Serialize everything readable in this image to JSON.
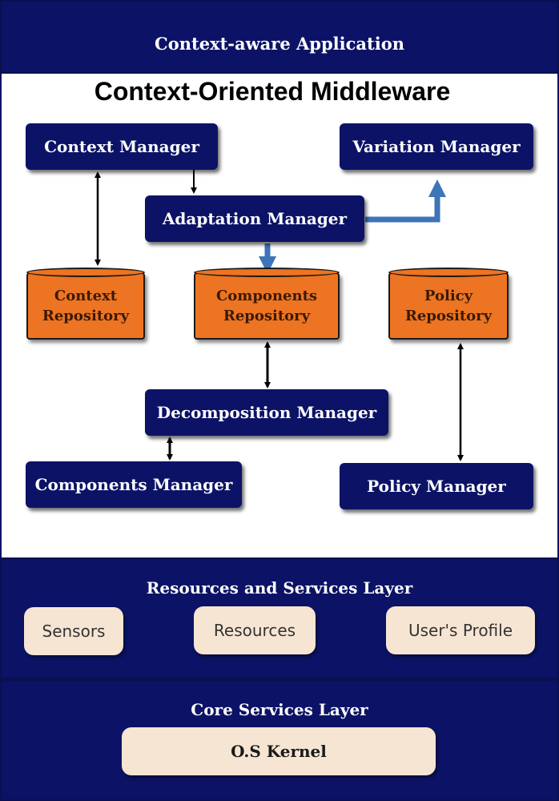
{
  "application_layer": {
    "title": "Context-aware Application"
  },
  "middleware": {
    "title": "Context-Oriented Middleware",
    "managers": {
      "context": "Context Manager",
      "variation": "Variation Manager",
      "adaptation": "Adaptation Manager",
      "decomposition": "Decomposition Manager",
      "components": "Components Manager",
      "policy": "Policy Manager"
    },
    "repositories": {
      "context": [
        "Context",
        "Repository"
      ],
      "components": [
        "Components",
        "Repository"
      ],
      "policy": [
        "Policy",
        "Repository"
      ]
    }
  },
  "resources_layer": {
    "title": "Resources and Services Layer",
    "items": [
      "Sensors",
      "Resources",
      "User's Profile"
    ]
  },
  "core_layer": {
    "title": "Core Services Layer",
    "kernel": "O.S Kernel"
  },
  "colors": {
    "navy": "#0c1366",
    "orange": "#ed7422",
    "cream": "#f7e5d3",
    "blue_arrow": "#3e74b8"
  }
}
